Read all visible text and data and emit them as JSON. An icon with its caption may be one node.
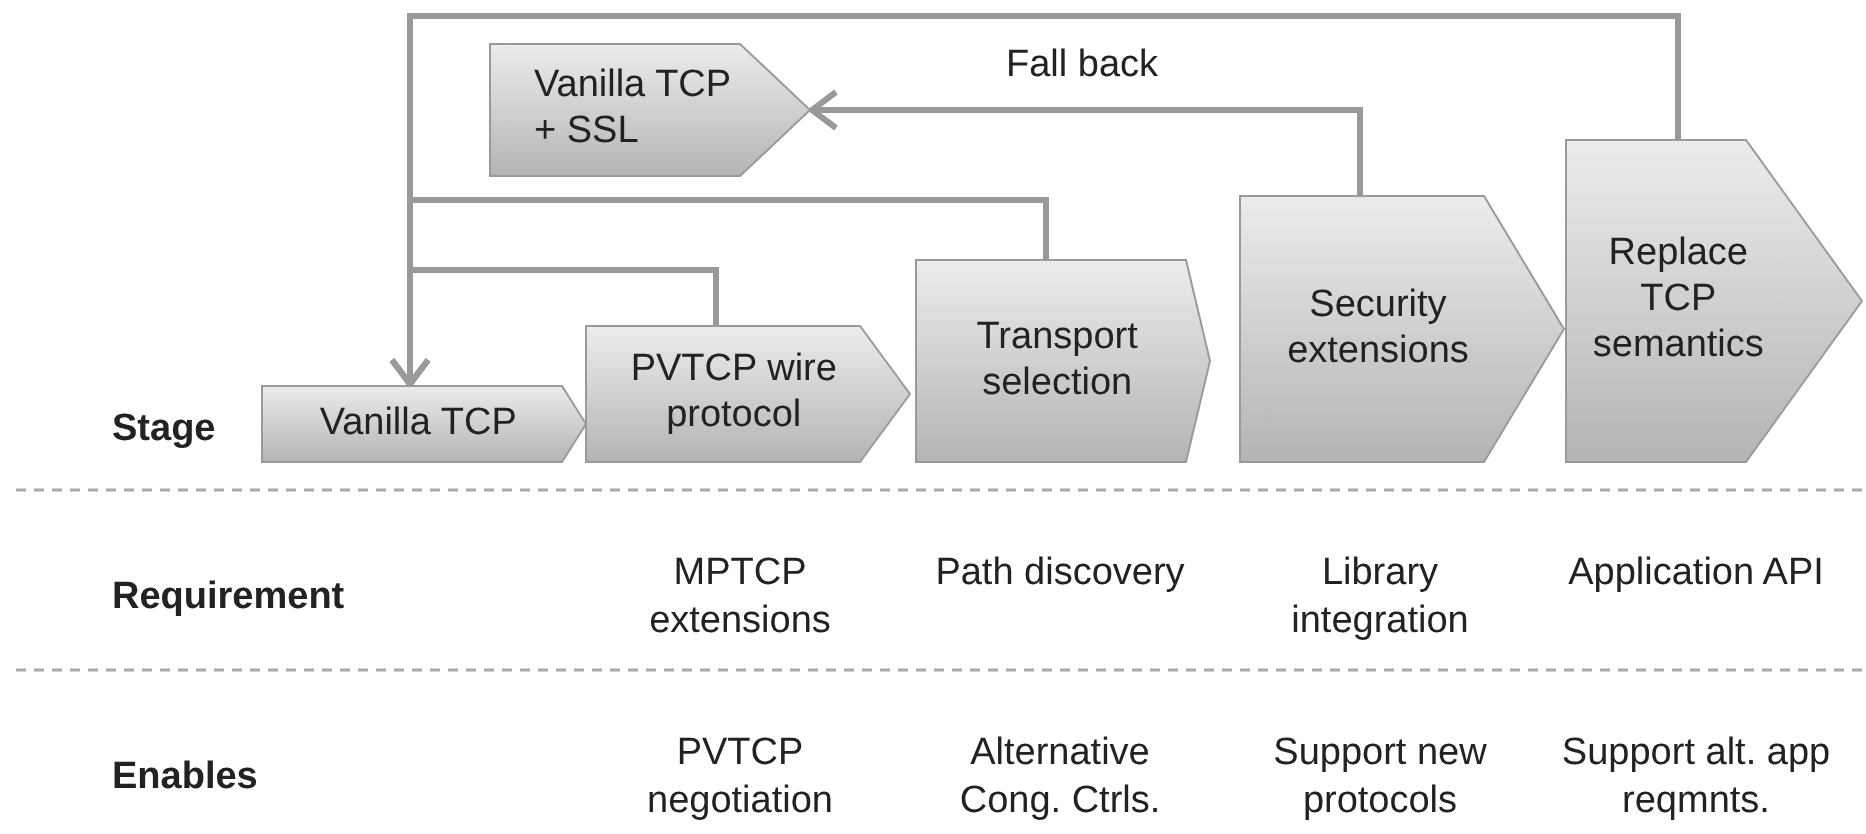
{
  "diagram": {
    "nodes": [
      {
        "text": [
          "Vanilla TCP + SSL"
        ]
      },
      {
        "text": [
          "Vanilla TCP"
        ]
      },
      {
        "text": [
          "PVTCP wire protocol"
        ]
      },
      {
        "text": [
          "Transport selection"
        ]
      },
      {
        "text": [
          "Security extensions"
        ]
      },
      {
        "text": [
          "Replace TCP semantics"
        ]
      }
    ],
    "edges": [
      {
        "from": 5,
        "to": 1,
        "arrow": "to"
      },
      {
        "from": 3,
        "to": 1,
        "arrow": "to"
      },
      {
        "from": 2,
        "to": 1,
        "arrow": "to"
      },
      {
        "from": 4,
        "to": 0,
        "arrow": "to",
        "label": "Fall back"
      }
    ],
    "labels": [
      "Stage",
      "Requirement",
      "MPTCP extensions",
      "Path discovery",
      "Library integration",
      "Application API",
      "Enables",
      "PVTCP negotiation",
      "Alternative Cong. Ctrls.",
      "Support new protocols",
      "Support alt. app reqmnts."
    ]
  }
}
